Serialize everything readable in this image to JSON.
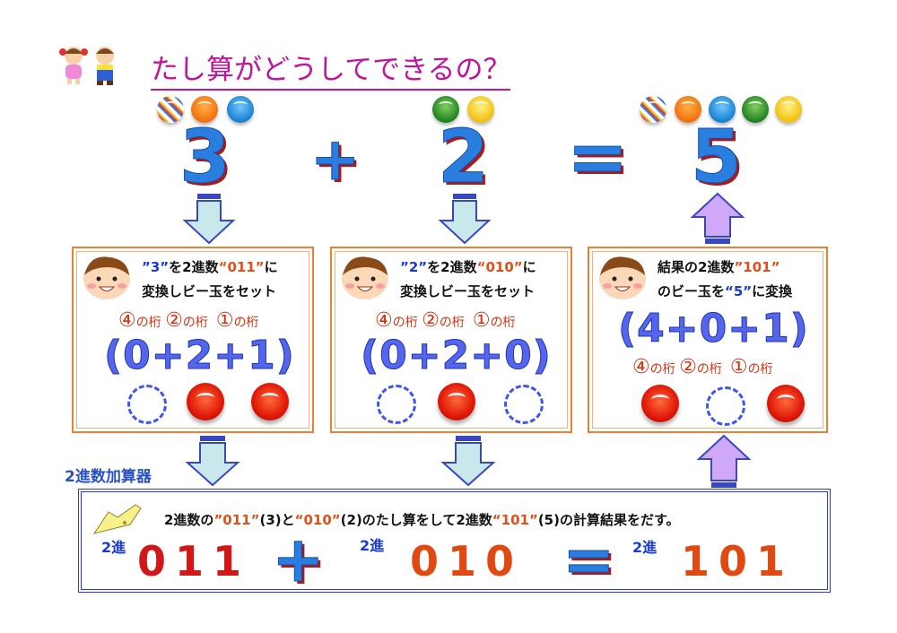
{
  "title": "たし算がどうしてできるの？",
  "equation": {
    "a": "3",
    "plus": "+",
    "b": "2",
    "equals": "=",
    "result": "5"
  },
  "boxes": [
    {
      "line1_pre": "”3”",
      "line1_mid": "を2進数",
      "line1_bin": "“011”",
      "line1_post": "に",
      "line2": "変換しビー玉をセット",
      "digit_labels": [
        "④",
        "の桁",
        "②",
        "の桁",
        "①",
        "の桁"
      ],
      "formula": "(0+2+1)",
      "marbles": [
        "empty",
        "red",
        "red"
      ]
    },
    {
      "line1_pre": "”2”",
      "line1_mid": "を2進数",
      "line1_bin": "“010”",
      "line1_post": "に",
      "line2": "変換しビー玉をセット",
      "digit_labels": [
        "④",
        "の桁",
        "②",
        "の桁",
        "①",
        "の桁"
      ],
      "formula": "(0+2+0)",
      "marbles": [
        "empty",
        "red",
        "empty"
      ]
    },
    {
      "line1_pre": "結果の2進数",
      "line1_bin": "”101”",
      "line2_pre": "のビー玉を",
      "line2_num": "“5”",
      "line2_post": "に変換",
      "digit_labels": [
        "④",
        "の桁",
        "②",
        "の桁",
        "①",
        "の桁"
      ],
      "formula": "(4+0+1)",
      "marbles": [
        "red",
        "empty",
        "red"
      ]
    }
  ],
  "adder": {
    "label": "2進数加算器",
    "text": [
      "2進数の",
      "”011”",
      "(3)と",
      "“010”",
      "(2)のたし算をして2進数",
      "“101”",
      "(5)の計算結果をだす。"
    ],
    "prefix": "2進",
    "a": "011",
    "plus": "+",
    "b": "010",
    "equals": "=",
    "result": "101"
  },
  "colors": {
    "title": "#c0149a",
    "number": "#2a7ee0",
    "box_border": "#f08030",
    "adder_border": "#2a3ae0",
    "binary_red": "#d01818"
  }
}
